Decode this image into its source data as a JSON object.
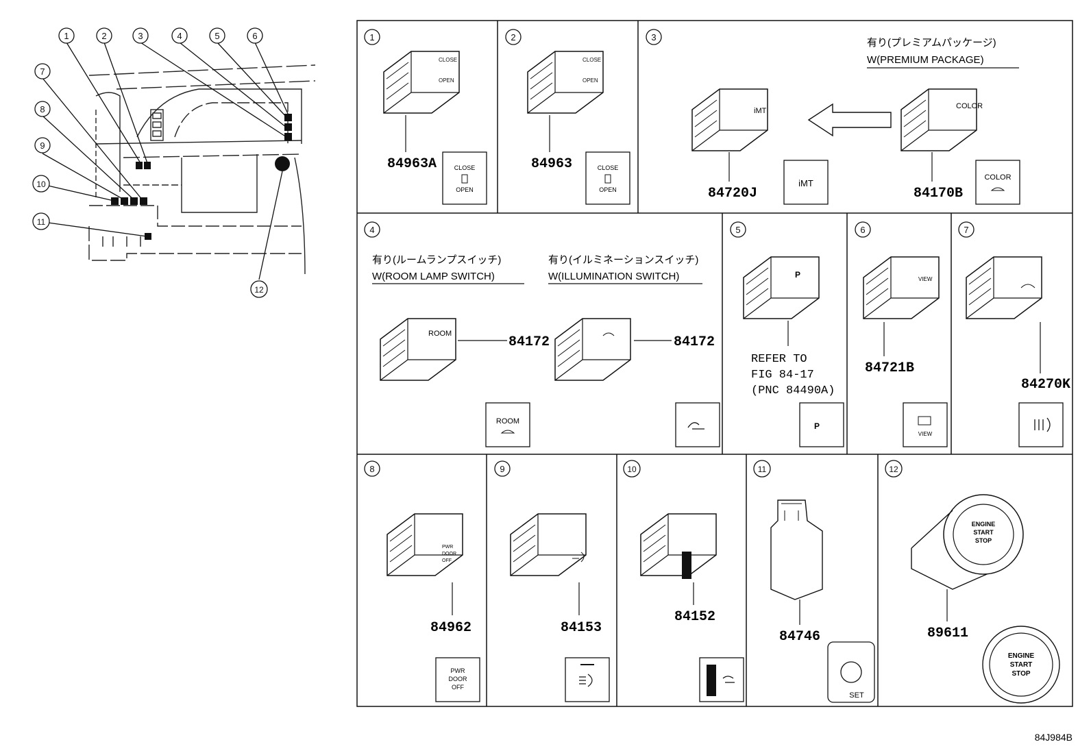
{
  "locator": {
    "callouts": [
      "1",
      "2",
      "3",
      "4",
      "5",
      "6",
      "7",
      "8",
      "9",
      "10",
      "11",
      "12"
    ]
  },
  "grid": {
    "cells": [
      {
        "num": "1",
        "part": "84963A",
        "icon_lines": [
          "CLOSE",
          "OPEN"
        ]
      },
      {
        "num": "2",
        "part": "84963",
        "icon_lines": [
          "CLOSE",
          "OPEN"
        ]
      },
      {
        "num": "3",
        "note_jp": "有り(プレミアムパッケージ)",
        "note_en": "W(PREMIUM PACKAGE)",
        "part_a": "84720J",
        "icon_a": "iMT",
        "part_b": "84170B",
        "icon_b": "COLOR"
      },
      {
        "num": "4",
        "note_a_jp": "有り(ルームランプスイッチ)",
        "note_a_en": "W(ROOM LAMP SWITCH)",
        "note_b_jp": "有り(イルミネーションスイッチ)",
        "note_b_en": "W(ILLUMINATION SWITCH)",
        "part_a": "84172",
        "part_b": "84172",
        "icon_a": "ROOM"
      },
      {
        "num": "5",
        "ref_lines": [
          "REFER TO",
          "FIG 84-17",
          "(PNC 84490A)"
        ],
        "icon": "P"
      },
      {
        "num": "6",
        "part": "84721B",
        "icon": "VIEW"
      },
      {
        "num": "7",
        "part": "84270K"
      },
      {
        "num": "8",
        "part": "84962",
        "icon_lines": [
          "PWR",
          "DOOR",
          "OFF"
        ]
      },
      {
        "num": "9",
        "part": "84153"
      },
      {
        "num": "10",
        "part": "84152"
      },
      {
        "num": "11",
        "part": "84746",
        "icon": "SET"
      },
      {
        "num": "12",
        "part": "89611",
        "icon_lines": [
          "ENGINE",
          "START",
          "STOP"
        ]
      }
    ]
  },
  "diagram_code": "84J984B"
}
